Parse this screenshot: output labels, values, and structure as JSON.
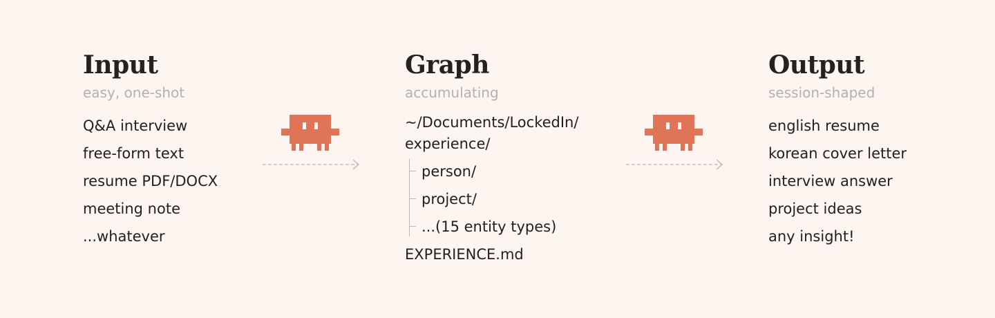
{
  "columns": {
    "input": {
      "title": "Input",
      "subtitle": "easy, one-shot",
      "items": [
        "Q&A interview",
        "free-form text",
        "resume PDF/DOCX",
        "meeting note",
        "...whatever"
      ]
    },
    "graph": {
      "title": "Graph",
      "subtitle": "accumulating",
      "path_line1": "~/Documents/LockedIn/",
      "path_line2": "experience/",
      "tree": [
        "person/",
        "project/",
        "...(15 entity types)"
      ],
      "file": "EXPERIENCE.md"
    },
    "output": {
      "title": "Output",
      "subtitle": "session-shaped",
      "items": [
        "english resume",
        "korean cover letter",
        "interview answer",
        "project ideas",
        "any insight!"
      ]
    }
  },
  "colors": {
    "background": "#fdf6f0",
    "mascot": "#df7456",
    "muted": "#b4b0ac",
    "arrow": "#c4bfba"
  },
  "icons": {
    "mascot": "pixel-creature-icon",
    "arrow": "dashed-arrow-icon"
  }
}
